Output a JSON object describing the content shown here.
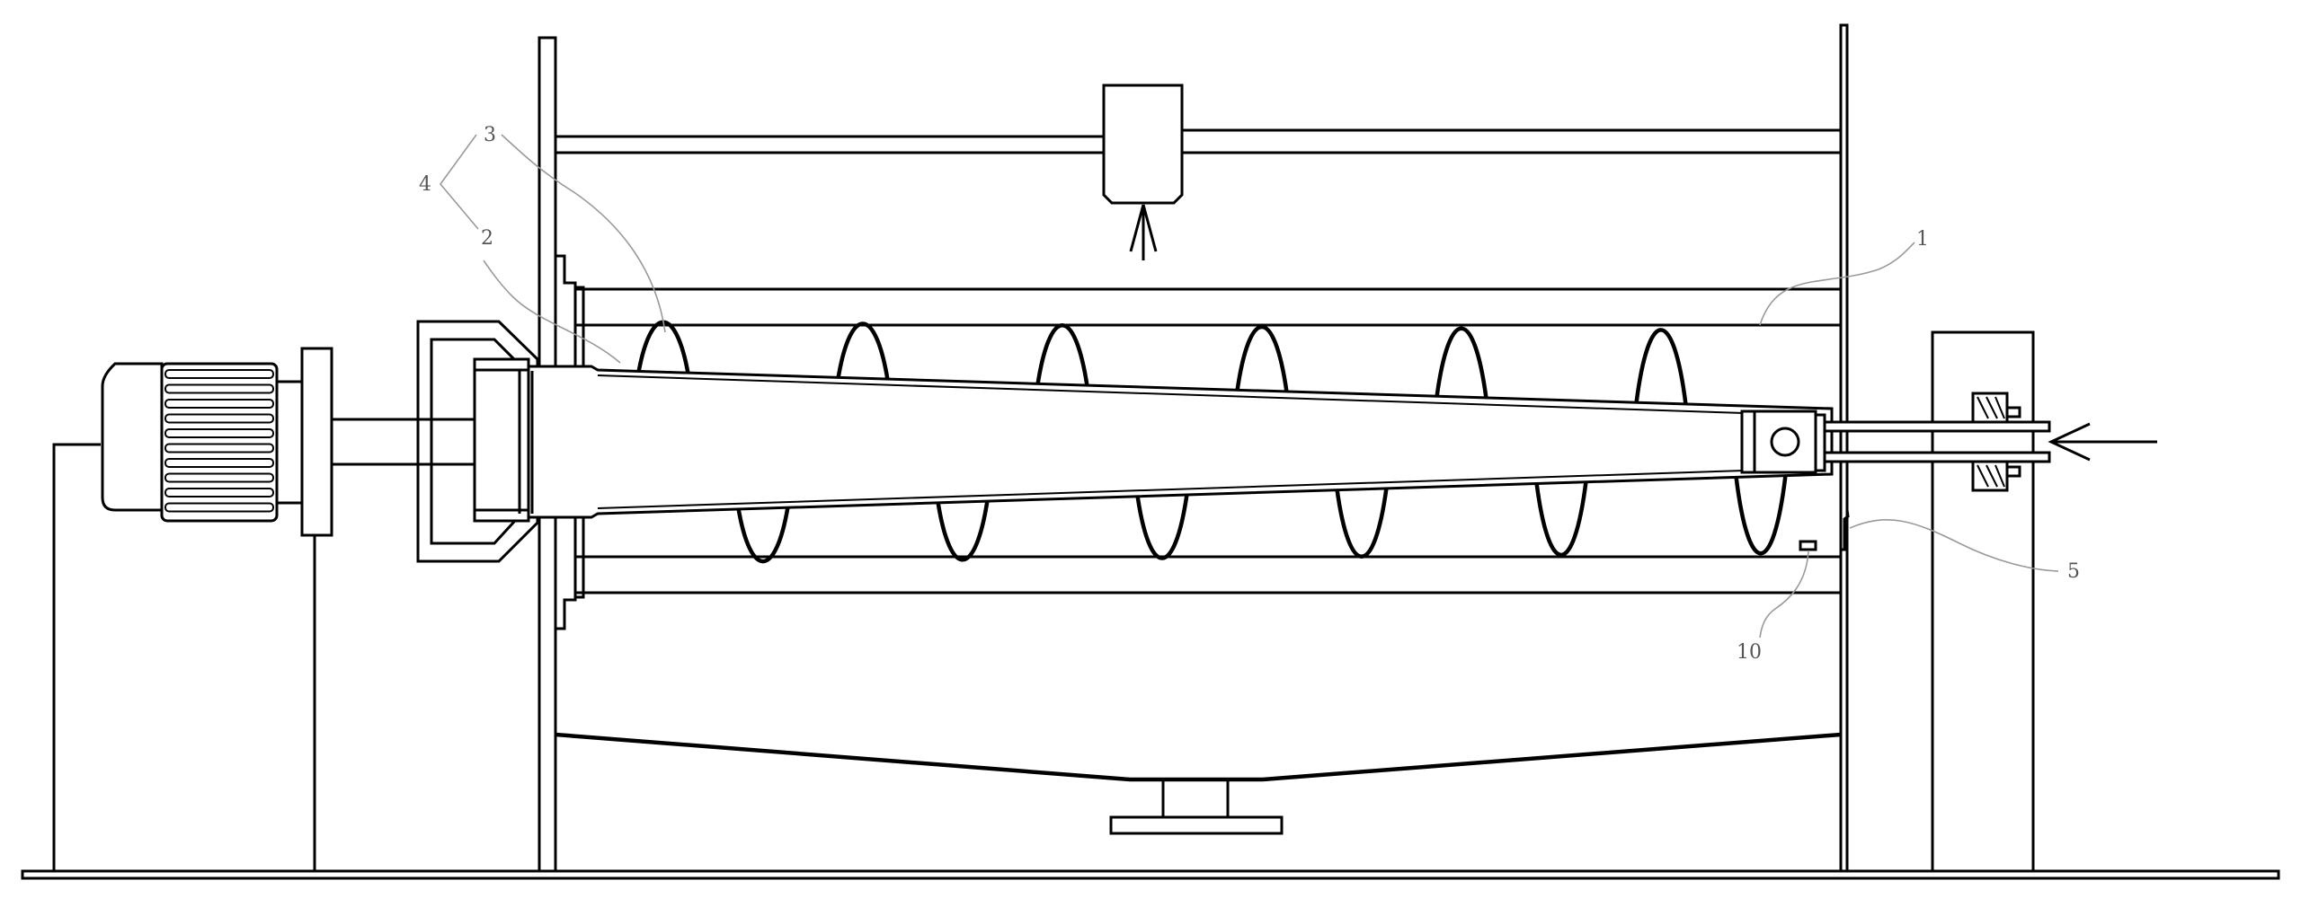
{
  "labels": {
    "l1": "1",
    "l2": "2",
    "l3": "3",
    "l4": "4",
    "l5": "5",
    "l10": "10"
  },
  "colors": {
    "line": "#000000",
    "leader": "#9a9a9a",
    "label": "#555555",
    "background": "#ffffff"
  },
  "icons": {
    "inlet": "arrow-left-icon",
    "nozzle": "arrow-up-icon"
  }
}
